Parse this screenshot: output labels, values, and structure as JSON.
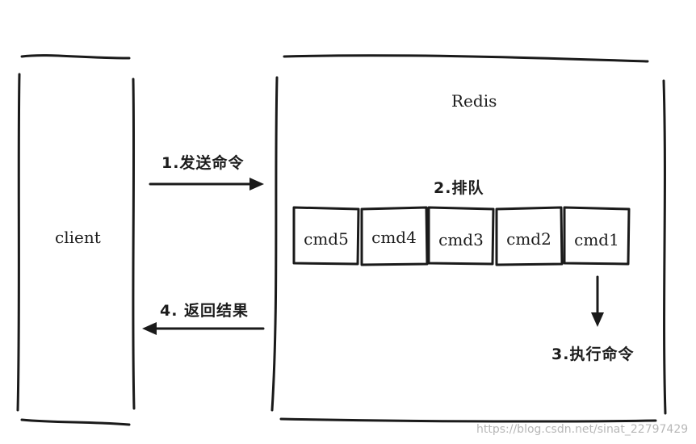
{
  "client": {
    "label": "client"
  },
  "server": {
    "label": "Redis"
  },
  "steps": {
    "send": "1.发送命令",
    "queue": "2.排队",
    "execute": "3.执行命令",
    "return": "4. 返回结果"
  },
  "queue_commands": [
    "cmd5",
    "cmd4",
    "cmd3",
    "cmd2",
    "cmd1"
  ],
  "watermark": "https://blog.csdn.net/sinat_22797429"
}
